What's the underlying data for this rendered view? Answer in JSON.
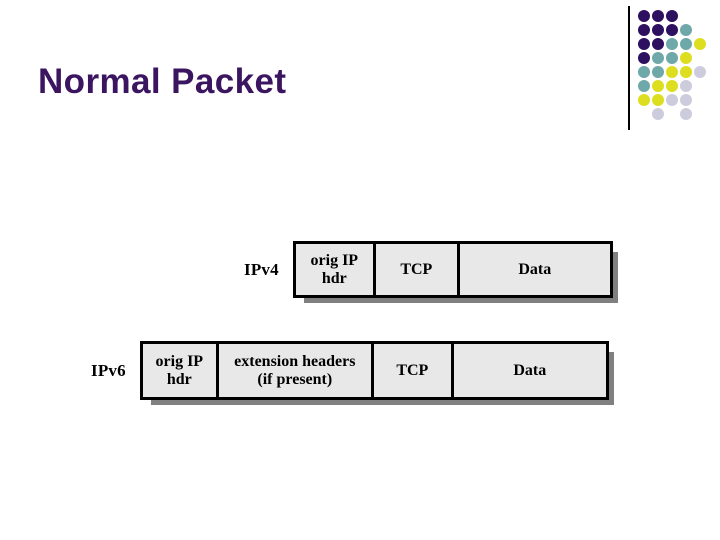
{
  "slide": {
    "title": "Normal Packet",
    "title_color": "#3b1560",
    "background": "#ffffff"
  },
  "decoration": {
    "name": "dot-motif",
    "colors": {
      "purple": "#2e1060",
      "teal": "#6fa8a8",
      "yellow": "#dede20",
      "lavender": "#ccccdd",
      "rule": "#000000"
    },
    "grid": [
      [
        "purple",
        "purple",
        "purple",
        "blank",
        "blank"
      ],
      [
        "purple",
        "purple",
        "purple",
        "teal",
        "blank"
      ],
      [
        "purple",
        "purple",
        "teal",
        "teal",
        "yellow"
      ],
      [
        "purple",
        "teal",
        "teal",
        "yellow",
        "blank"
      ],
      [
        "teal",
        "teal",
        "yellow",
        "yellow",
        "lavender"
      ],
      [
        "teal",
        "yellow",
        "yellow",
        "lavender",
        "blank"
      ],
      [
        "yellow",
        "yellow",
        "lavender",
        "lavender",
        "blank"
      ],
      [
        "blank",
        "lavender",
        "blank",
        "lavender",
        "blank"
      ]
    ]
  },
  "diagram": {
    "box_fill": "#e8e8e8",
    "box_border": "#000000",
    "shadow": "#808080",
    "rows": [
      {
        "label": "IPv4",
        "fields": [
          {
            "name": "orig-ip-hdr",
            "lines": [
              "orig IP",
              "hdr"
            ]
          },
          {
            "name": "tcp",
            "lines": [
              "TCP"
            ]
          },
          {
            "name": "data",
            "lines": [
              "Data"
            ]
          }
        ]
      },
      {
        "label": "IPv6",
        "fields": [
          {
            "name": "orig-ip-hdr",
            "lines": [
              "orig IP",
              "hdr"
            ]
          },
          {
            "name": "extension-headers",
            "lines": [
              "extension headers",
              "(if present)"
            ]
          },
          {
            "name": "tcp",
            "lines": [
              "TCP"
            ]
          },
          {
            "name": "data",
            "lines": [
              "Data"
            ]
          }
        ]
      }
    ]
  }
}
